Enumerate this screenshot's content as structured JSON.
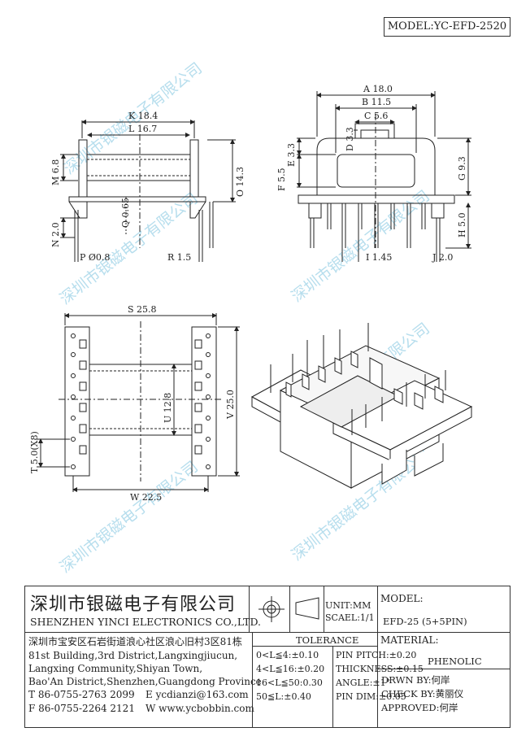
{
  "header": {
    "model": "MODEL:YC-EFD-2520"
  },
  "dimensions": {
    "side": {
      "k": "K 18.4",
      "l": "L 16.7",
      "m": "M 6.8",
      "o": "O 14.3",
      "q": "Q 0.65",
      "n": "N 2.0",
      "p": "P Ø0.8",
      "r": "R 1.5"
    },
    "front": {
      "a": "A 18.0",
      "b": "B 11.5",
      "c": "C 5.6",
      "d": "D 3.3",
      "e": "E 3.3",
      "f": "F 5.5",
      "g": "G 9.3",
      "h": "H 5.0",
      "i": "I 1.45",
      "j": "J 2.0"
    },
    "bottom": {
      "s": "S 25.8",
      "u": "U 12.8",
      "v": "V 25.0",
      "t": "T 5.0(X8)",
      "w": "W 22.5"
    }
  },
  "watermark": "深圳市银磁电子有限公司",
  "title_block": {
    "company_cn": "深圳市银磁电子有限公司",
    "company_en": "SHENZHEN YINCI ELECTRONICS CO.,LTD.",
    "address_cn": "深圳市宝安区石岩街道浪心社区浪心旧村3区81栋",
    "address_en_1": "81st Building,3rd District,Langxingjiucun,",
    "address_en_2": "Langxing Community,Shiyan Town,",
    "address_en_3": "Bao'An District,Shenzhen,Guangdong Province",
    "phone": "T 86-0755-2763 2099",
    "email": "E ycdianzi@163.com",
    "fax": "F 86-0755-2264 2121",
    "website": "W www.ycbobbin.com",
    "unit": "UNIT:MM",
    "scale": "SCAEL:1/1",
    "model_label": "MODEL:",
    "model_value": "EFD-25 (5+5PIN)",
    "tolerance_label": "TOLERANCE",
    "tolerances_left": [
      "0<L≦4:±0.10",
      "4<L≦16:±0.20",
      "16<L≦50:0.30",
      "50≦L:±0.40"
    ],
    "tolerances_right": [
      "PIN PITCH:±0.20",
      "THICKNESS:±0.15",
      "ANGLE:±1°",
      "PIN DIM:±0.05"
    ],
    "material_label": "MATERIAL:",
    "material_value": "PHENOLIC",
    "drawn_by": "DRWN BY:何岸",
    "check_by": "CHECK BY:黄丽仪",
    "approved_by": "APPROVED:何岸"
  }
}
